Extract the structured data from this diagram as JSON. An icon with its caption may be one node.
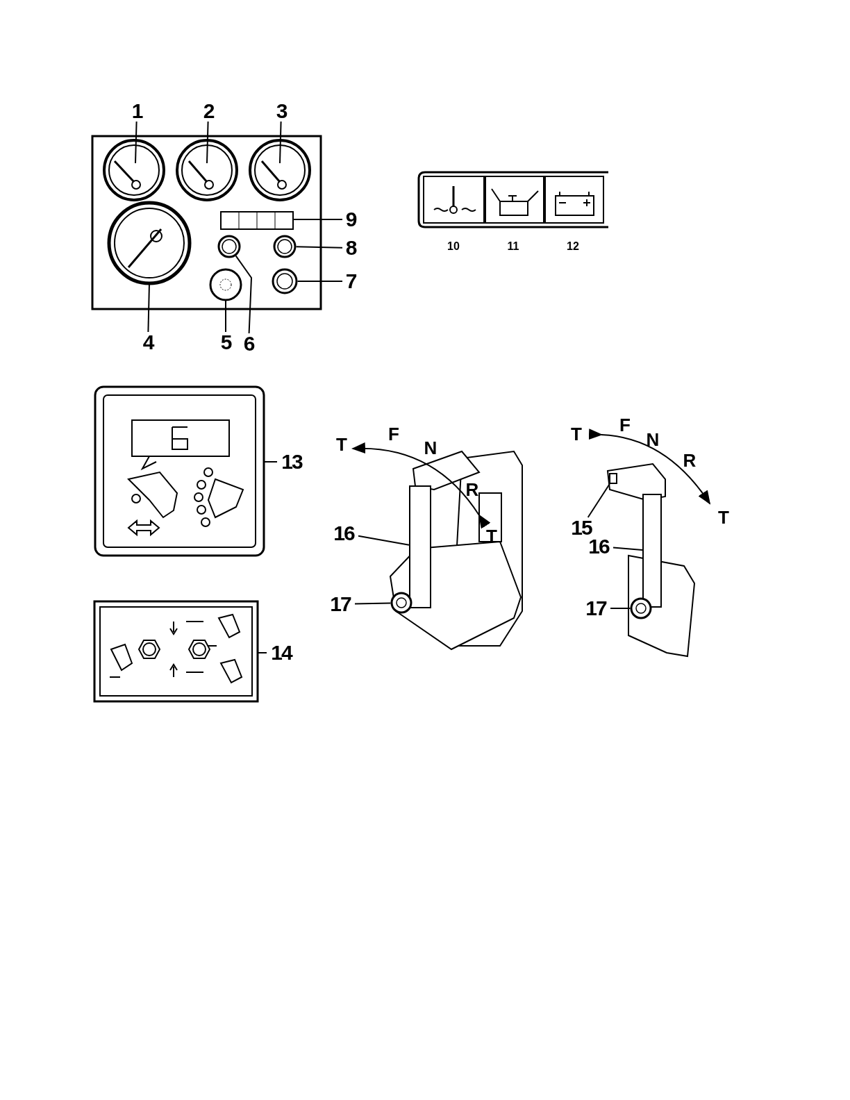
{
  "diagram": {
    "nodes": [
      {
        "text": [
          "1"
        ]
      },
      {
        "text": [
          "2"
        ]
      },
      {
        "text": [
          "3"
        ]
      },
      {
        "text": [
          "9"
        ]
      },
      {
        "text": [
          "8"
        ]
      },
      {
        "text": [
          "7"
        ]
      },
      {
        "text": [
          "4"
        ]
      },
      {
        "text": [
          "5"
        ]
      },
      {
        "text": [
          "6"
        ]
      },
      {
        "text": [
          "13"
        ]
      },
      {
        "text": [
          "16"
        ]
      },
      {
        "text": [
          "17"
        ]
      },
      {
        "text": [
          "15"
        ]
      },
      {
        "text": [
          "16"
        ]
      },
      {
        "text": [
          "17"
        ]
      },
      {
        "text": [
          "14"
        ]
      },
      {
        "text": [],
        "shape": "circle"
      },
      {
        "text": [],
        "shape": "circle"
      },
      {
        "text": [],
        "shape": "circle"
      },
      {
        "text": [],
        "shape": "circle"
      },
      {
        "text": [],
        "shape": "box"
      },
      {
        "text": [],
        "shape": "circle"
      },
      {
        "text": [],
        "shape": "bar"
      },
      {
        "text": [],
        "shape": "bar"
      }
    ],
    "edges": [
      {
        "from": 0,
        "to": null,
        "arrow": "none"
      },
      {
        "from": 1,
        "to": null,
        "arrow": "none"
      },
      {
        "from": 2,
        "to": null,
        "arrow": "none"
      },
      {
        "from": 3,
        "to": null,
        "arrow": "none"
      },
      {
        "from": 4,
        "to": 16,
        "arrow": "none"
      },
      {
        "from": 5,
        "to": 17,
        "arrow": "none"
      },
      {
        "from": 6,
        "to": null,
        "arrow": "none"
      },
      {
        "from": 7,
        "to": null,
        "arrow": "none"
      },
      {
        "from": 8,
        "to": 18,
        "arrow": "none"
      },
      {
        "from": 9,
        "to": null,
        "arrow": "none"
      },
      {
        "from": 10,
        "to": 22,
        "arrow": "none"
      },
      {
        "from": 11,
        "to": 19,
        "arrow": "none"
      },
      {
        "from": 12,
        "to": 20,
        "arrow": "none"
      },
      {
        "from": 13,
        "to": 23,
        "arrow": "none"
      },
      {
        "from": 14,
        "to": 21,
        "arrow": "none"
      },
      {
        "from": 15,
        "to": null,
        "arrow": "none"
      }
    ],
    "labels": [
      "10",
      "11",
      "12",
      "T",
      "F",
      "N",
      "R",
      "T",
      "T",
      "F",
      "N",
      "R",
      "T"
    ]
  }
}
